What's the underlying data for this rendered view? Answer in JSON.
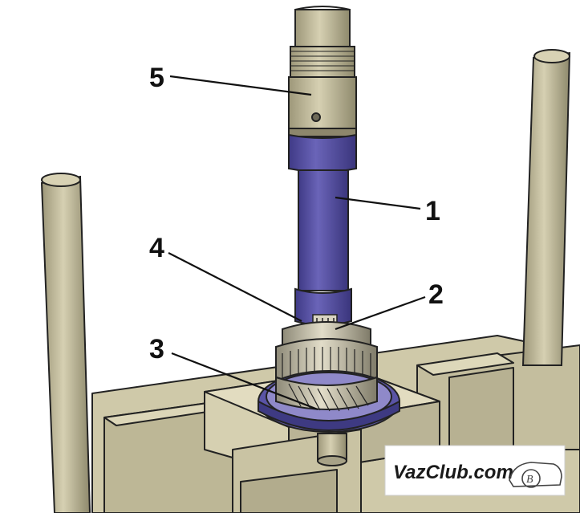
{
  "callouts": [
    {
      "id": "1",
      "label": "1"
    },
    {
      "id": "2",
      "label": "2"
    },
    {
      "id": "3",
      "label": "3"
    },
    {
      "id": "4",
      "label": "4"
    },
    {
      "id": "5",
      "label": "5"
    }
  ],
  "watermark": {
    "text": "VazClub.com"
  },
  "colors": {
    "tool_body": "#5a54a6",
    "tool_dark": "#3e3a82",
    "fixture": "#cbc5a5",
    "fixture_shade": "#a9a384",
    "outline": "#222222",
    "background": "#ffffff"
  }
}
